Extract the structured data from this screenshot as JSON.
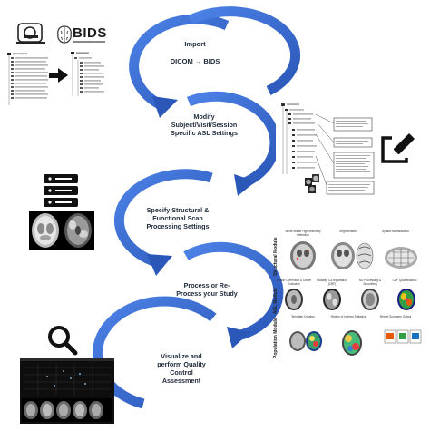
{
  "steps": [
    {
      "line1": "Import",
      "line2": "DICOM → BIDS",
      "line3": ""
    },
    {
      "line1": "Modify",
      "line2": "Subject/Visit/Session",
      "line3": "Specific ASL Settings"
    },
    {
      "line1": "Specify Structural &",
      "line2": "Functional Scan",
      "line3": "Processing Settings"
    },
    {
      "line1": "Process or Re-",
      "line2": "Process your Study",
      "line3": ""
    },
    {
      "line1": "Visualize and",
      "line2": "perform Quality",
      "line3": "Control",
      "line4": "Assessment"
    }
  ],
  "bids": {
    "logo": "BIDS"
  },
  "modules": {
    "structural": "Structural Module",
    "asl": "ASL Module",
    "population": "Population Module",
    "structural_items": [
      "White Matter Hyperintensity Detection",
      "Segmentation",
      "Spatial Normalization"
    ],
    "asl_items": [
      "Motion Correction & Outlier Exclusion",
      "Modality Co-registration (CBF)",
      "M0 Processing & Smoothing",
      "CBF Quantification"
    ],
    "population_items": [
      "Template Creation",
      "Region of Interest Statistics",
      "Report Summary Output"
    ]
  },
  "colors": {
    "arrow": "#3b6fd6",
    "arrow_dark": "#2a57b8",
    "text": "#1e2a3a"
  }
}
